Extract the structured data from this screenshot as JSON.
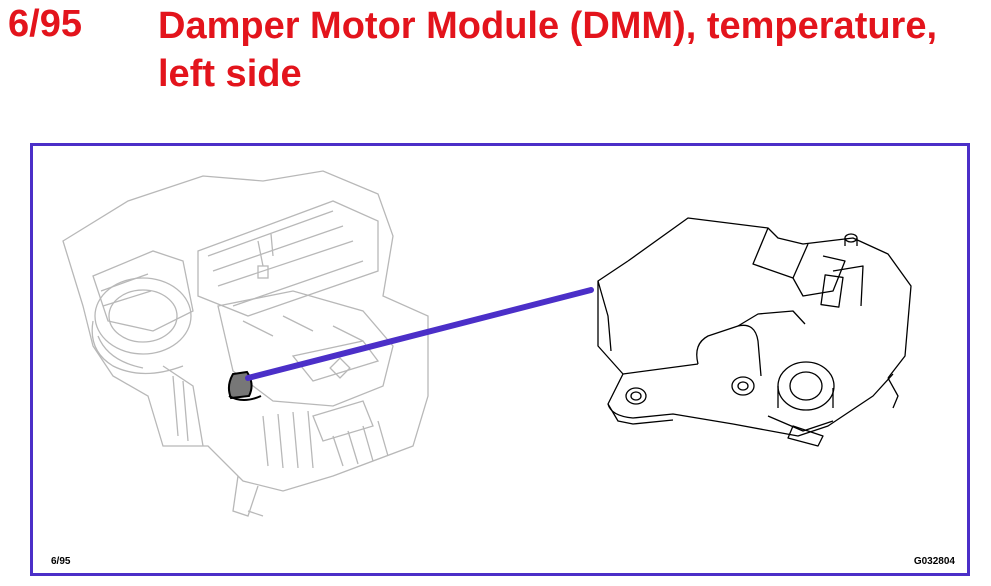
{
  "header": {
    "page_number": "6/95",
    "title": "Damper Motor Module (DMM), temperature, left side"
  },
  "figure": {
    "caption_left": "6/95",
    "caption_right": "G032804",
    "callout_icon": "pointer-line-icon"
  },
  "colors": {
    "title": "#e3141c",
    "frame": "#4b2fc8",
    "pointer": "#4b2fc8",
    "line_art_light": "#b8b8b8",
    "line_art_dark": "#000000"
  }
}
